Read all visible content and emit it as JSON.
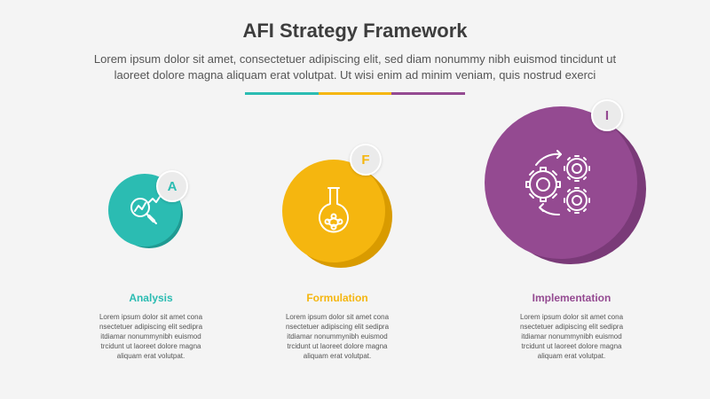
{
  "header": {
    "title": "AFI Strategy Framework",
    "subtitle_line1": "Lorem ipsum dolor sit amet, consectetuer adipiscing elit, sed diam nonummy nibh euismod tincidunt ut",
    "subtitle_line2": "laoreet dolore magna aliquam erat volutpat. Ut wisi enim ad minim veniam, quis nostrud exerci"
  },
  "colors": {
    "teal": "#2bbcb2",
    "teal_dark": "#1f9a92",
    "yellow": "#f5b60f",
    "yellow_dark": "#d99b00",
    "purple": "#944a91",
    "purple_dark": "#7a3a78"
  },
  "steps": [
    {
      "letter": "A",
      "title": "Analysis",
      "icon": "magnifier-chart-icon",
      "desc": [
        "Lorem ipsum dolor sit amet cona",
        "nsectetuer adipiscing elit sedipra",
        "itdiamar nonummynibh euismod",
        "trcidunt ut laoreet dolore magna",
        "aliquam erat volutpat."
      ]
    },
    {
      "letter": "F",
      "title": "Formulation",
      "icon": "flask-molecule-icon",
      "desc": [
        "Lorem ipsum dolor sit amet cona",
        "nsectetuer adipiscing elit sedipra",
        "itdiamar nonummynibh euismod",
        "trcidunt ut laoreet dolore magna",
        "aliquam erat volutpat."
      ]
    },
    {
      "letter": "I",
      "title": "Implementation",
      "icon": "gears-cycle-icon",
      "desc": [
        "Lorem ipsum dolor sit amet cona",
        "nsectetuer adipiscing elit sedipra",
        "itdiamar nonummynibh euismod",
        "trcidunt ut laoreet dolore magna",
        "aliquam erat volutpat."
      ]
    }
  ]
}
